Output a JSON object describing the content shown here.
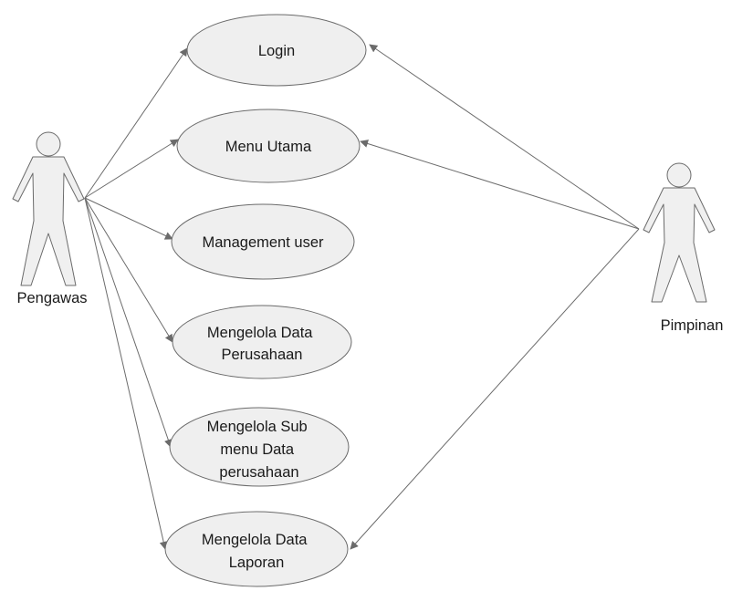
{
  "actors": {
    "pengawas": "Pengawas",
    "pimpinan": "Pimpinan"
  },
  "use_cases": {
    "login": [
      "Login"
    ],
    "menu_utama": [
      "Menu Utama"
    ],
    "management_user": [
      "Management user"
    ],
    "mengelola_data_perusahaan": [
      "Mengelola Data",
      "Perusahaan"
    ],
    "mengelola_sub_menu": [
      "Mengelola Sub",
      "menu Data",
      "perusahaan"
    ],
    "mengelola_data_laporan": [
      "Mengelola Data",
      "Laporan"
    ]
  },
  "colors": {
    "ellipse_fill": "#efefef",
    "stroke": "#6b6b6b",
    "actor_fill": "#f0f0f0"
  },
  "associations": [
    {
      "from": "Pengawas",
      "to": "Login"
    },
    {
      "from": "Pengawas",
      "to": "Menu Utama"
    },
    {
      "from": "Pengawas",
      "to": "Management user"
    },
    {
      "from": "Pengawas",
      "to": "Mengelola Data Perusahaan"
    },
    {
      "from": "Pengawas",
      "to": "Mengelola Sub menu Data perusahaan"
    },
    {
      "from": "Pengawas",
      "to": "Mengelola Data Laporan"
    },
    {
      "from": "Pimpinan",
      "to": "Login"
    },
    {
      "from": "Pimpinan",
      "to": "Menu Utama"
    },
    {
      "from": "Pimpinan",
      "to": "Mengelola Data Laporan"
    }
  ]
}
